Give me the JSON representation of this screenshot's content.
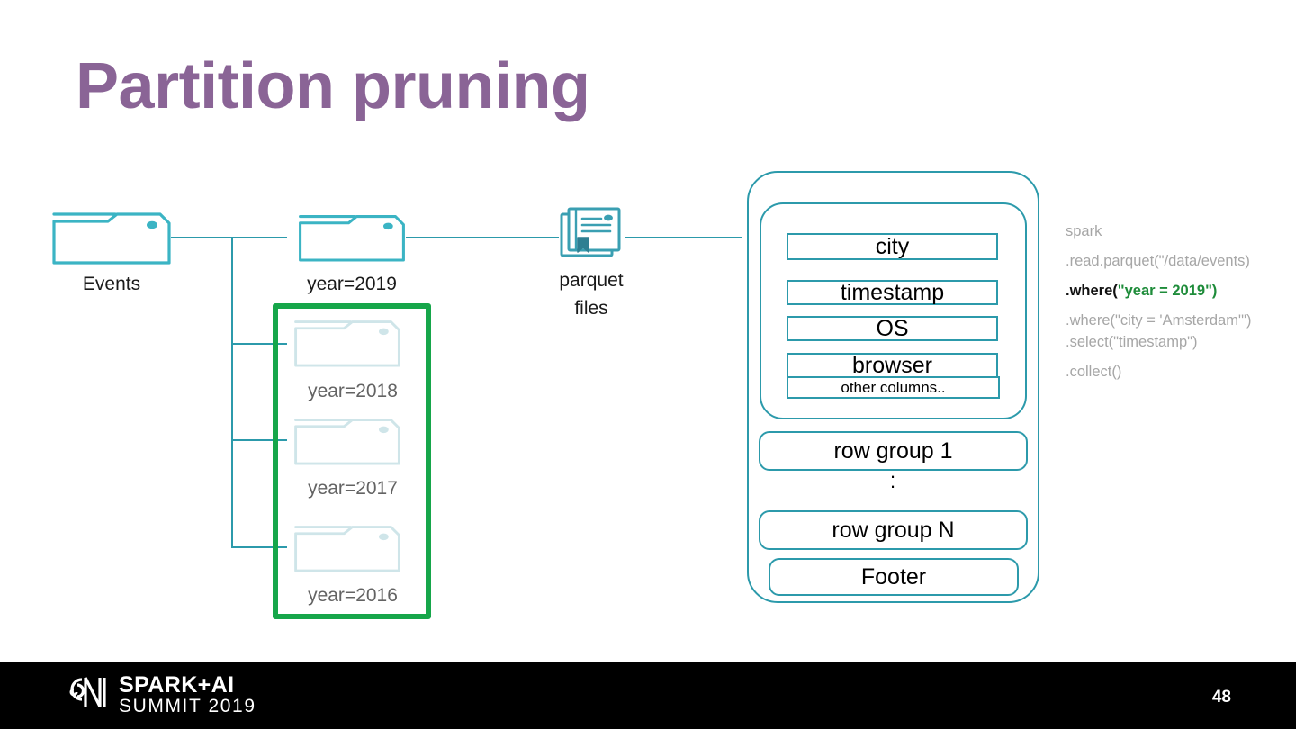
{
  "slide": {
    "title": "Partition pruning",
    "title_color": "#8a6496",
    "accent_teal": "#2c9aab",
    "highlight_green": "#16a64a",
    "dim_gray": "#a6a6a6"
  },
  "tree": {
    "root": {
      "label": "Events",
      "icon": "folder-icon"
    },
    "partitions": [
      {
        "label": "year=2019",
        "icon": "folder-icon",
        "state": "active"
      },
      {
        "label": "year=2018",
        "icon": "folder-icon",
        "state": "pruned"
      },
      {
        "label": "year=2017",
        "icon": "folder-icon",
        "state": "pruned"
      },
      {
        "label": "year=2016",
        "icon": "folder-icon",
        "state": "pruned"
      }
    ],
    "pruned_highlight_color": "#16a64a"
  },
  "parquet": {
    "icon": "document-stack-icon",
    "label_line1": "parquet",
    "label_line2": "files"
  },
  "file_structure": {
    "columns": [
      {
        "name": "city"
      },
      {
        "name": "timestamp"
      },
      {
        "name": "OS"
      },
      {
        "name": "browser"
      },
      {
        "name": "other columns.."
      }
    ],
    "row_groups": [
      {
        "name": "row group 1"
      },
      {
        "name": "row group N"
      }
    ],
    "ellipsis": ".",
    "footer": "Footer"
  },
  "code": {
    "lines": [
      {
        "text": "spark",
        "style": "dim"
      },
      {
        "text": ".read.parquet(\"/data/events)",
        "style": "dim"
      },
      {
        "call": ".where(",
        "arg": "\"year = 2019\")",
        "style": "highlight"
      },
      {
        "text": ".where(\"city = 'Amsterdam'\")",
        "style": "dim"
      },
      {
        "text": ".select(\"timestamp\")",
        "style": "dim"
      },
      {
        "text": ".collect()",
        "style": "dim"
      }
    ]
  },
  "footer": {
    "brand_line1": "SPARK+AI",
    "brand_line2": "SUMMIT 2019",
    "logo": "spark-summit-logo-icon",
    "page_number": "48"
  }
}
